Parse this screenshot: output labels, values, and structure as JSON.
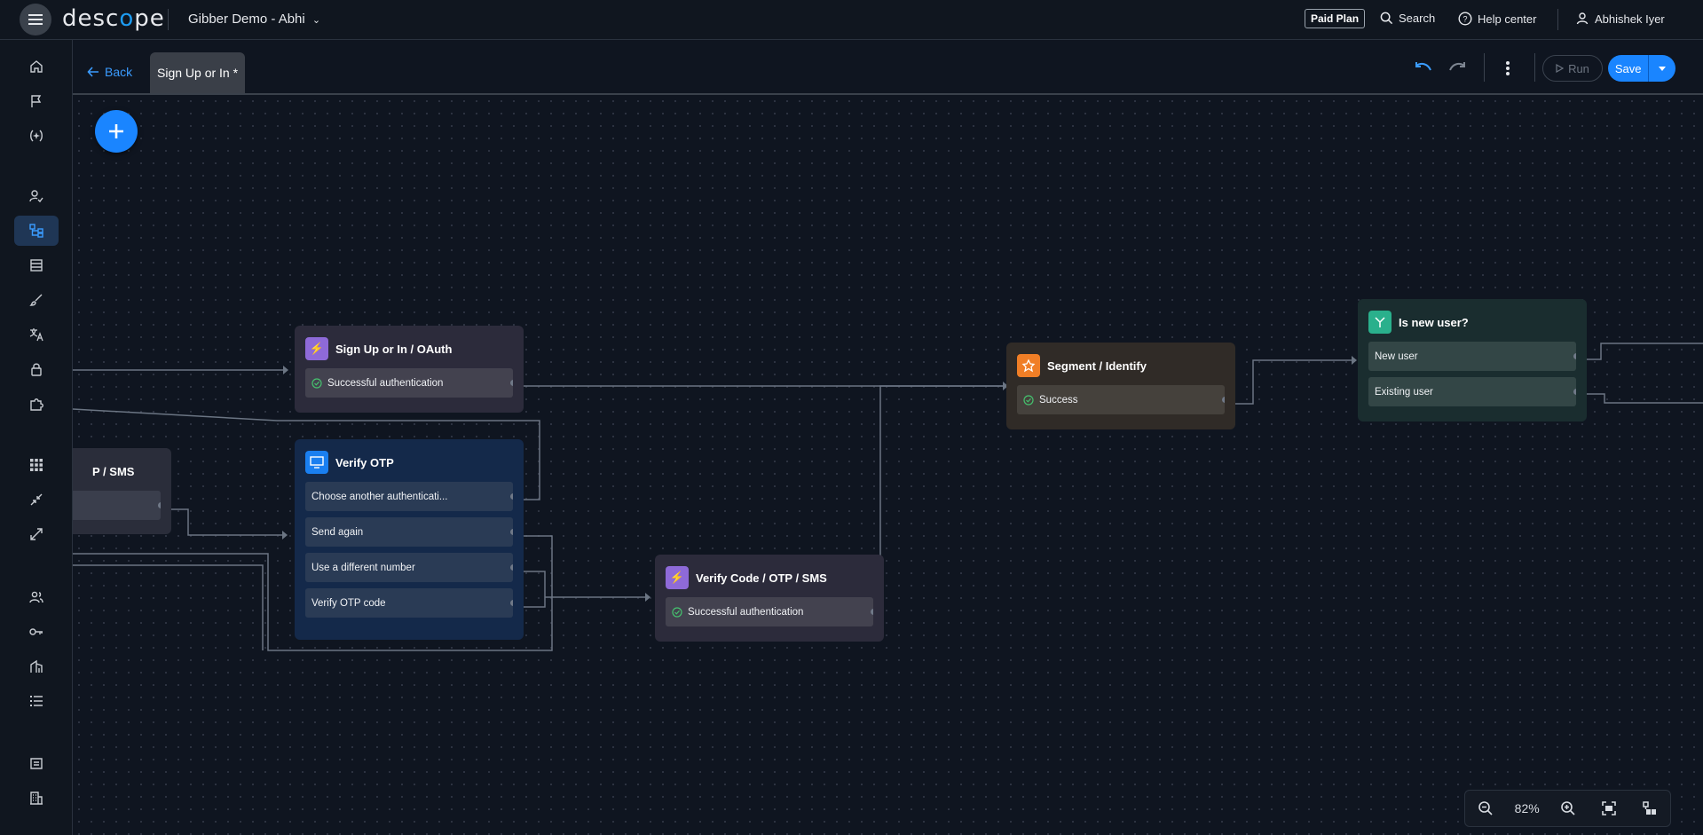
{
  "header": {
    "logo": "descope",
    "project_name": "Gibber Demo - Abhi",
    "plan_badge": "Paid Plan",
    "search_label": "Search",
    "help_label": "Help center",
    "user_name": "Abhishek Iyer"
  },
  "subheader": {
    "back_label": "Back",
    "tab_label": "Sign Up or In *",
    "run_label": "Run",
    "save_label": "Save"
  },
  "sidebar": {
    "items": [
      {
        "icon": "home-icon"
      },
      {
        "icon": "flag-icon"
      },
      {
        "icon": "connector-icon"
      },
      {
        "icon": "user-check-icon"
      },
      {
        "icon": "flows-icon",
        "active": true
      },
      {
        "icon": "screens-icon"
      },
      {
        "icon": "brush-icon"
      },
      {
        "icon": "translate-icon"
      },
      {
        "icon": "lock-icon"
      },
      {
        "icon": "puzzle-icon"
      },
      {
        "icon": "apps-grid-icon"
      },
      {
        "icon": "minimize-icon"
      },
      {
        "icon": "maximize-icon"
      },
      {
        "icon": "users-icon"
      },
      {
        "icon": "key-icon"
      },
      {
        "icon": "tenants-icon"
      },
      {
        "icon": "list-icon"
      },
      {
        "icon": "audit-icon"
      },
      {
        "icon": "building-icon"
      }
    ]
  },
  "nodes": {
    "otp_sms_partial": {
      "title": "P / SMS"
    },
    "oauth": {
      "title": "Sign Up or In / OAuth",
      "outputs": [
        "Successful authentication"
      ]
    },
    "verify_otp": {
      "title": "Verify OTP",
      "outputs": [
        "Choose another authenticati...",
        "Send again",
        "Use a different number",
        "Verify OTP code"
      ]
    },
    "verify_code": {
      "title": "Verify Code / OTP / SMS",
      "outputs": [
        "Successful authentication"
      ]
    },
    "segment": {
      "title": "Segment / Identify",
      "outputs": [
        "Success"
      ]
    },
    "is_new_user": {
      "title": "Is new user?",
      "outputs": [
        "New user",
        "Existing user"
      ]
    }
  },
  "zoom": {
    "level": "82%"
  },
  "colors": {
    "accent": "#1a85ff",
    "canvas": "#0f1520",
    "wire": "#6b7583"
  }
}
